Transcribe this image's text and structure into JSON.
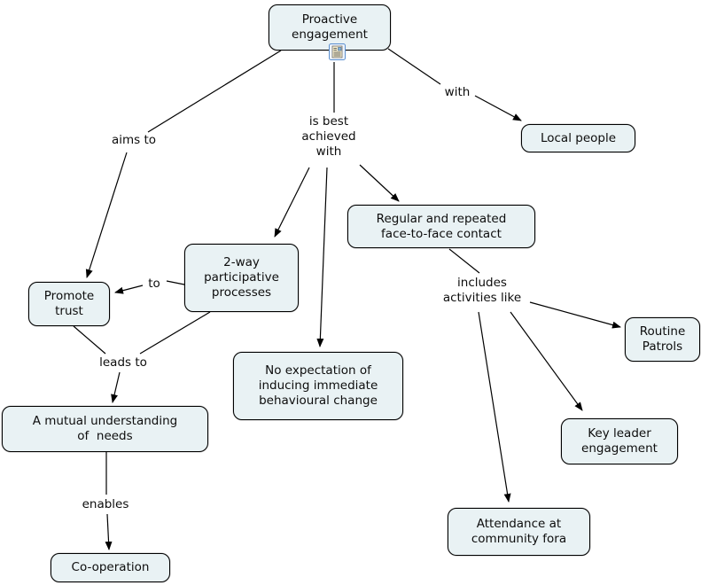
{
  "diagram": {
    "type": "concept-map",
    "nodes": {
      "proactive": {
        "label": "Proactive\nengagement"
      },
      "local_people": {
        "label": "Local people"
      },
      "two_way": {
        "label": "2-way\nparticipative\nprocesses"
      },
      "promote_trust": {
        "label": "Promote\ntrust"
      },
      "regular_contact": {
        "label": "Regular and repeated\nface-to-face contact"
      },
      "no_expectation": {
        "label": "No expectation of\ninducing immediate\nbehavioural change"
      },
      "mutual": {
        "label": "A mutual understanding\nof  needs"
      },
      "cooperation": {
        "label": "Co-operation"
      },
      "routine_patrols": {
        "label": "Routine\nPatrols"
      },
      "key_leader": {
        "label": "Key leader\nengagement"
      },
      "attendance": {
        "label": "Attendance at\ncommunity fora"
      }
    },
    "links": {
      "aims_to": {
        "label": "aims to"
      },
      "is_best": {
        "label": "is best\nachieved\nwith"
      },
      "with": {
        "label": "with"
      },
      "to": {
        "label": "to"
      },
      "leads_to": {
        "label": "leads to"
      },
      "enables": {
        "label": "enables"
      },
      "includes": {
        "label": "includes\nactivities like"
      }
    },
    "edges": [
      {
        "from": "Proactive engagement",
        "phrase": "aims to",
        "to": "Promote trust"
      },
      {
        "from": "Proactive engagement",
        "phrase": "is best achieved with",
        "to": "2-way participative processes"
      },
      {
        "from": "Proactive engagement",
        "phrase": "is best achieved with",
        "to": "No expectation of inducing immediate behavioural change"
      },
      {
        "from": "Proactive engagement",
        "phrase": "is best achieved with",
        "to": "Regular and repeated face-to-face contact"
      },
      {
        "from": "Proactive engagement",
        "phrase": "with",
        "to": "Local people"
      },
      {
        "from": "2-way participative processes",
        "phrase": "to",
        "to": "Promote trust"
      },
      {
        "from": "Promote trust",
        "phrase": "leads to",
        "to": "A mutual understanding of  needs"
      },
      {
        "from": "2-way participative processes",
        "phrase": "leads to",
        "to": "A mutual understanding of  needs"
      },
      {
        "from": "A mutual understanding of  needs",
        "phrase": "enables",
        "to": "Co-operation"
      },
      {
        "from": "Regular and repeated face-to-face contact",
        "phrase": "includes activities like",
        "to": "Routine Patrols"
      },
      {
        "from": "Regular and repeated face-to-face contact",
        "phrase": "includes activities like",
        "to": "Key leader engagement"
      },
      {
        "from": "Regular and repeated face-to-face contact",
        "phrase": "includes activities like",
        "to": "Attendance at community fora"
      }
    ],
    "icons": {
      "resource_icon": "document-resource-icon"
    },
    "colors": {
      "node_background": "#e9f2f4",
      "node_border": "#000000",
      "line": "#000000",
      "canvas": "#ffffff"
    }
  }
}
